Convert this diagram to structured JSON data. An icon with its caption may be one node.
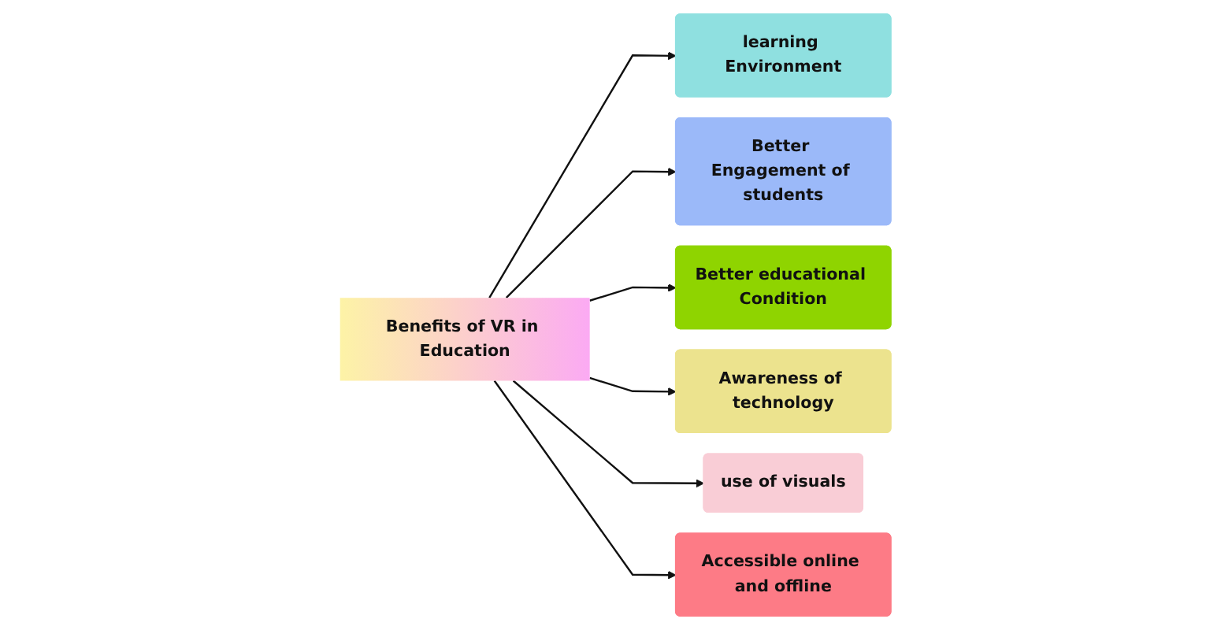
{
  "diagram": {
    "nodes": [
      {
        "text": [
          "Benefits of VR in Education"
        ]
      },
      {
        "text": [
          "learning Environment"
        ]
      },
      {
        "text": [
          "Better Engagement of students"
        ]
      },
      {
        "text": [
          "Better educational Condition"
        ]
      },
      {
        "text": [
          "Awareness of technology"
        ]
      },
      {
        "text": [
          "use of visuals"
        ]
      },
      {
        "text": [
          "Accessible online and offline"
        ]
      }
    ],
    "edges": [
      {
        "from": 0,
        "to": 1,
        "arrow": "to"
      },
      {
        "from": 0,
        "to": 2,
        "arrow": "to"
      },
      {
        "from": 0,
        "to": 3,
        "arrow": "to"
      },
      {
        "from": 0,
        "to": 4,
        "arrow": "to"
      },
      {
        "from": 0,
        "to": 5,
        "arrow": "to"
      },
      {
        "from": 0,
        "to": 6,
        "arrow": "to"
      }
    ]
  }
}
